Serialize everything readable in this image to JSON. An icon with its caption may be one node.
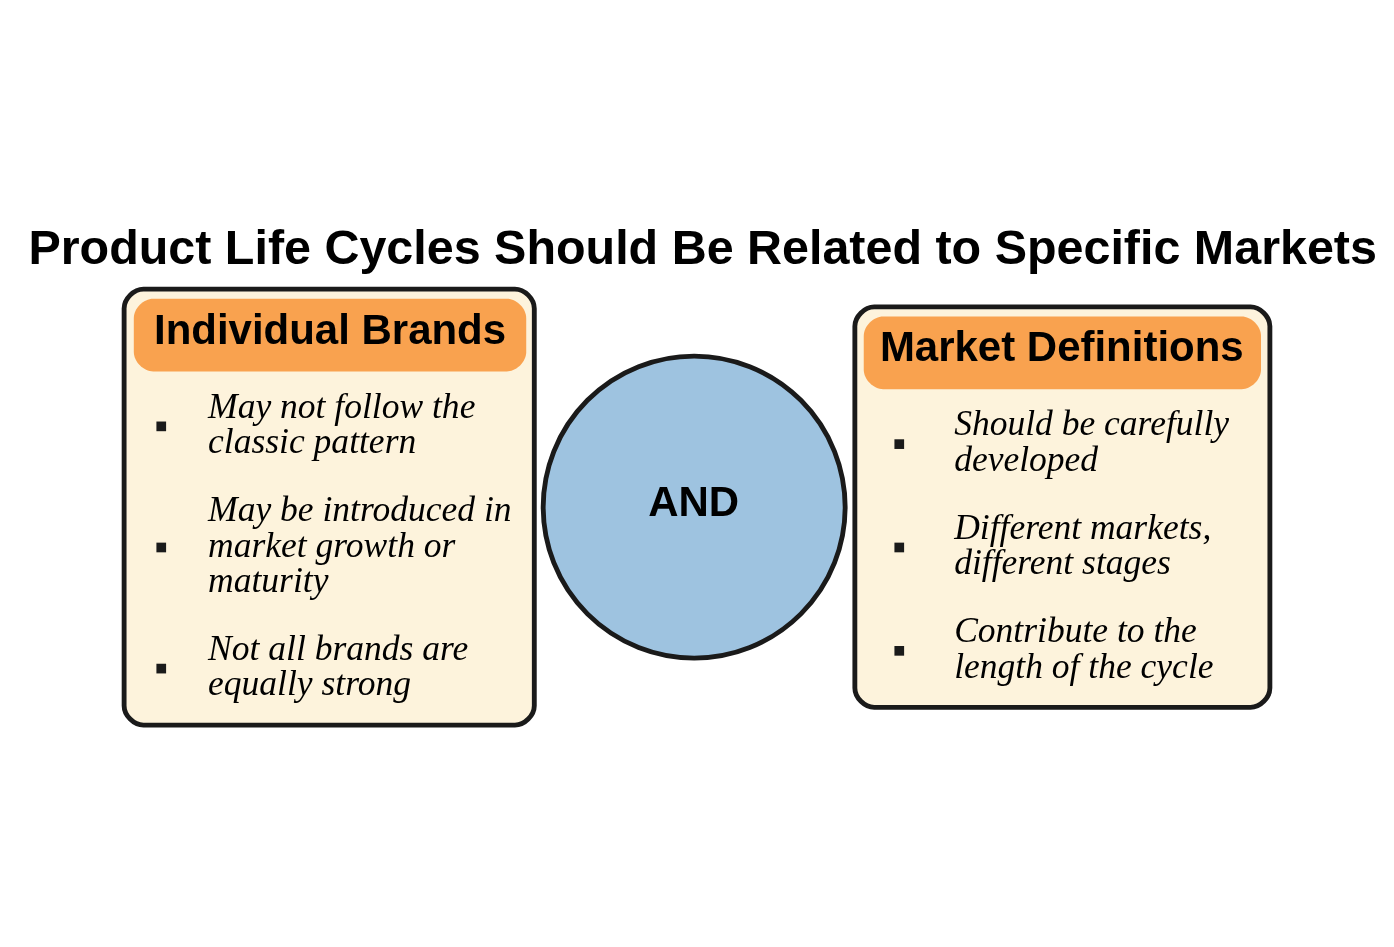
{
  "diagram": {
    "title": "Product Life Cycles Should Be Related to Specific Markets",
    "nodes": [
      {
        "text": [
          "Individual Brands",
          "May not follow the classic pattern",
          "May be introduced in market growth or maturity",
          "Not all brands are equally strong"
        ]
      },
      {
        "text": [
          "AND"
        ]
      },
      {
        "text": [
          "Market Definitions",
          "Should be carefully developed",
          "Different markets, different stages",
          "Contribute to the length of the cycle"
        ]
      }
    ]
  }
}
